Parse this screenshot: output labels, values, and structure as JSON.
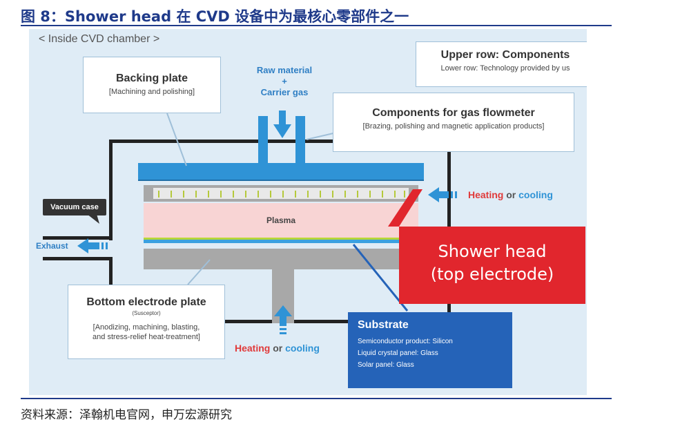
{
  "figure": {
    "title": "图 8：Shower head 在 CVD 设备中为最核心零部件之一",
    "source": "资料来源：泽翰机电官网，申万宏源研究"
  },
  "diagram": {
    "chamber_label": "< Inside CVD chamber >",
    "legend": {
      "upper": "Upper row: Components",
      "lower": "Lower row: Technology provided by us"
    },
    "backing_plate": {
      "title": "Backing plate",
      "tech": "[Machining and polishing]"
    },
    "raw_material": {
      "line1": "Raw material",
      "plus": "+",
      "line2": "Carrier gas"
    },
    "gas_flowmeter": {
      "title": "Components for gas flowmeter",
      "tech": "[Brazing, polishing and magnetic application products]"
    },
    "vacuum_case": "Vacuum case",
    "exhaust": "Exhaust",
    "plasma": "Plasma",
    "heating_right": {
      "heating": "Heating",
      "or": "or",
      "cooling": "cooling"
    },
    "heating_bottom": {
      "heating": "Heating",
      "or": "or",
      "cooling": "cooling"
    },
    "shower_head": {
      "line1": "Shower head",
      "line2": "(top electrode)"
    },
    "bottom_electrode": {
      "title": "Bottom electrode plate",
      "subtitle": "(Susceptor)",
      "tech_line1": "[Anodizing, machining, blasting,",
      "tech_line2": "and stress-relief heat-treatment]"
    },
    "substrate": {
      "title": "Substrate",
      "items": [
        "Semiconductor product: Silicon",
        "Liquid crystal panel: Glass",
        "Solar panel: Glass"
      ]
    },
    "colors": {
      "accent_blue": "#2f93d6",
      "title_blue": "#1f3a8a",
      "shower_red": "#e1262d",
      "substrate_blue": "#2563b8",
      "plasma_pink": "#f8d4d4",
      "panel_bg": "#dfecf6"
    }
  }
}
